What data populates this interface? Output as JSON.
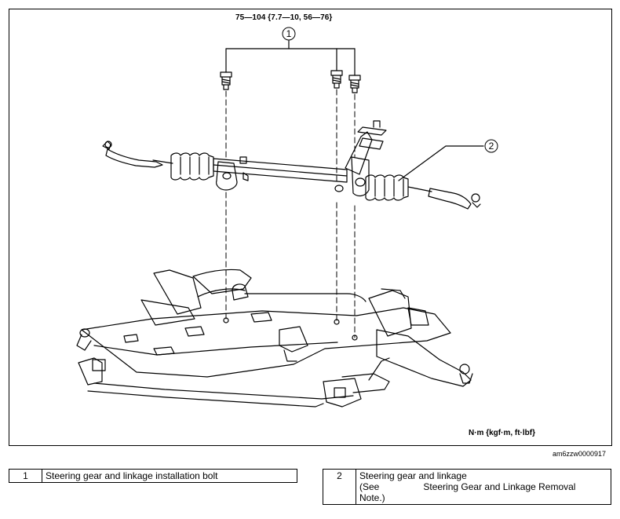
{
  "diagram": {
    "torque_spec": "75—104 {7.7—10, 56—76}",
    "callouts": [
      "1",
      "2"
    ],
    "units": "N·m {kgf·m, ft·lbf}",
    "figure_id": "am6zzw0000917"
  },
  "legend": [
    {
      "number": "1",
      "description": "Steering gear and linkage installation bolt"
    },
    {
      "number": "2",
      "description": "Steering gear and linkage",
      "note_prefix": "(See",
      "note_ref": "Steering Gear and Linkage Removal",
      "note_suffix": "Note.)"
    }
  ]
}
